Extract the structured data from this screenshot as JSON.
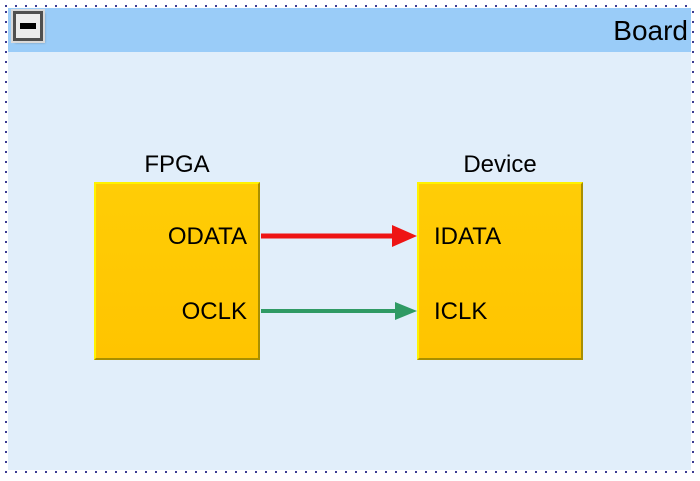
{
  "board": {
    "title": "Board",
    "collapse_icon": "minus"
  },
  "blocks": [
    {
      "name": "FPGA",
      "ports": [
        "ODATA",
        "OCLK"
      ]
    },
    {
      "name": "Device",
      "ports": [
        "IDATA",
        "ICLK"
      ]
    }
  ],
  "connections": [
    {
      "from_port": "ODATA",
      "to_port": "IDATA",
      "color": "#ee1414"
    },
    {
      "from_port": "OCLK",
      "to_port": "ICLK",
      "color": "#2f9a64"
    }
  ],
  "colors": {
    "header_blue": "#9accf8",
    "body_blue": "#e1eefa",
    "block_fill": "#ffc805",
    "block_border_light": "#fff200",
    "block_border_dark": "#a98f00",
    "selection_dots": "#3c3c93",
    "data_arrow": "#ee1414",
    "clock_arrow": "#2f9a64"
  }
}
